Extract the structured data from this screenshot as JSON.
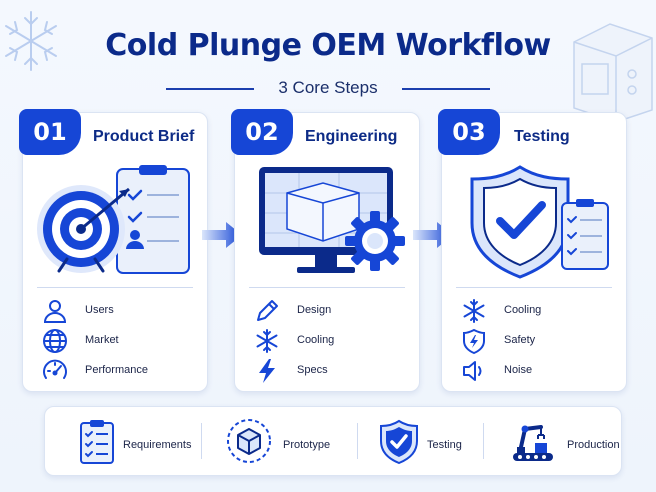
{
  "title": "Cold Plunge OEM Workflow",
  "subtitle": "3 Core Steps",
  "colors": {
    "primary": "#1646d6",
    "dark": "#0b2a8a",
    "light": "#dbe6fb"
  },
  "steps": [
    {
      "number": "01",
      "title": "Product Brief",
      "illustration": "target-with-checklist",
      "items": [
        {
          "icon": "user-icon",
          "label": "Users"
        },
        {
          "icon": "globe-icon",
          "label": "Market"
        },
        {
          "icon": "gauge-icon",
          "label": "Performance"
        }
      ]
    },
    {
      "number": "02",
      "title": "Engineering",
      "illustration": "monitor-with-gear",
      "items": [
        {
          "icon": "pencil-icon",
          "label": "Design"
        },
        {
          "icon": "snowflake-icon",
          "label": "Cooling"
        },
        {
          "icon": "lightning-icon",
          "label": "Specs"
        }
      ]
    },
    {
      "number": "03",
      "title": "Testing",
      "illustration": "shield-with-checklist",
      "items": [
        {
          "icon": "snowflake-icon",
          "label": "Cooling"
        },
        {
          "icon": "shield-bolt-icon",
          "label": "Safety"
        },
        {
          "icon": "speaker-icon",
          "label": "Noise"
        }
      ]
    }
  ],
  "bottom": [
    {
      "icon": "clipboard-icon",
      "label": "Requirements"
    },
    {
      "icon": "cube-icon",
      "label": "Prototype"
    },
    {
      "icon": "shield-check-icon",
      "label": "Testing"
    },
    {
      "icon": "robot-arm-icon",
      "label": "Production"
    }
  ]
}
